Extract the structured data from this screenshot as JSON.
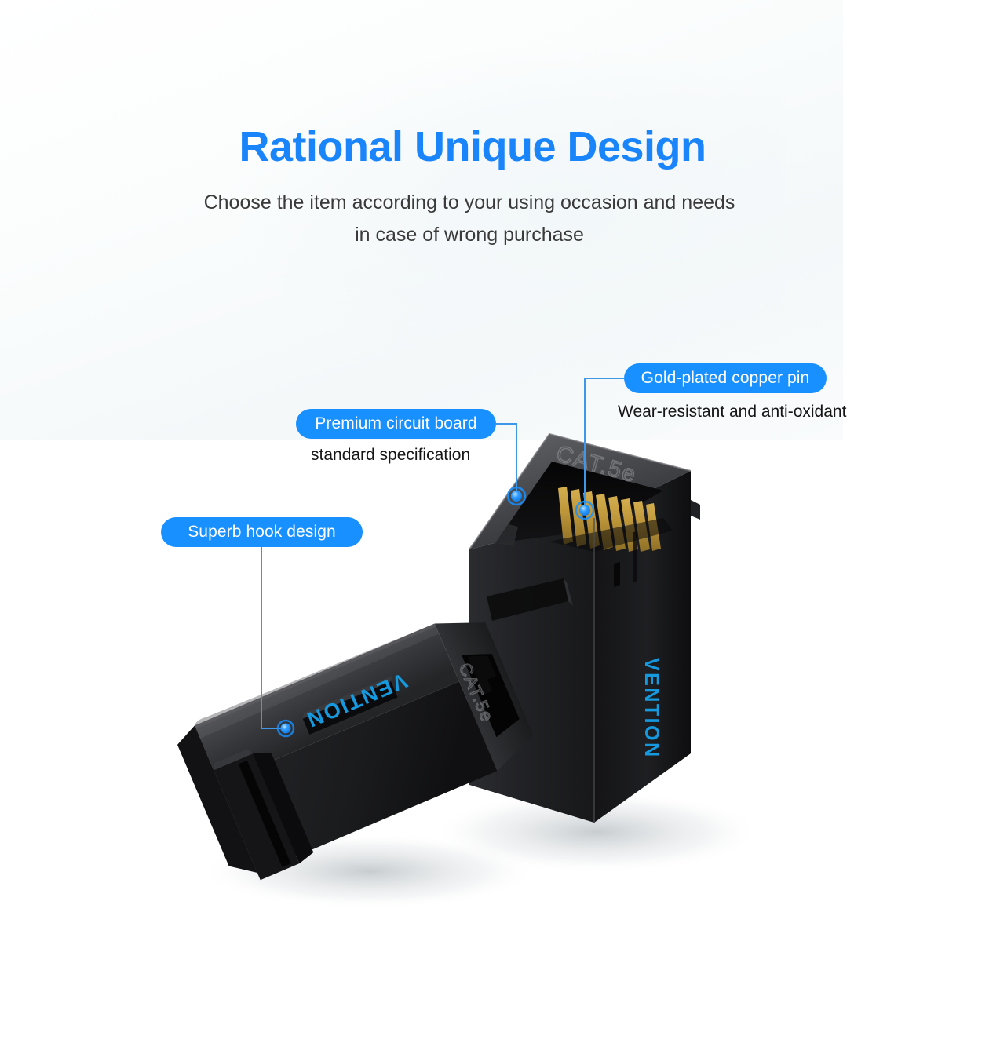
{
  "page": {
    "background_color": "#ffffff",
    "accent_color": "#1890ff",
    "heading_color": "#1a85fa",
    "body_text_color": "#3a3a3a"
  },
  "header": {
    "headline": "Rational Unique Design",
    "subtitle_line1": "Choose the item according to your using occasion and needs",
    "subtitle_line2": "in case of wrong purchase"
  },
  "callouts": [
    {
      "id": "gold-plated-copper-pin",
      "label": "Gold-plated copper pin",
      "caption": "Wear-resistant and anti-oxidant"
    },
    {
      "id": "premium-circuit-board",
      "label": "Premium circuit board",
      "caption": "standard specification"
    },
    {
      "id": "superb-hook-design",
      "label": "Superb hook design",
      "caption": ""
    }
  ],
  "product": {
    "brand": "VENTION",
    "category_marking": "CAT 5e",
    "body_color": "#1c1c1e",
    "pin_color": "#bc9539",
    "brand_color": "#159ae0",
    "connector_upright": {
      "marking": "CAT 5e",
      "brand": "VENTION",
      "pin_count": 8
    },
    "connector_tilted": {
      "marking": "CAT 5e",
      "brand": "VENTION"
    }
  }
}
